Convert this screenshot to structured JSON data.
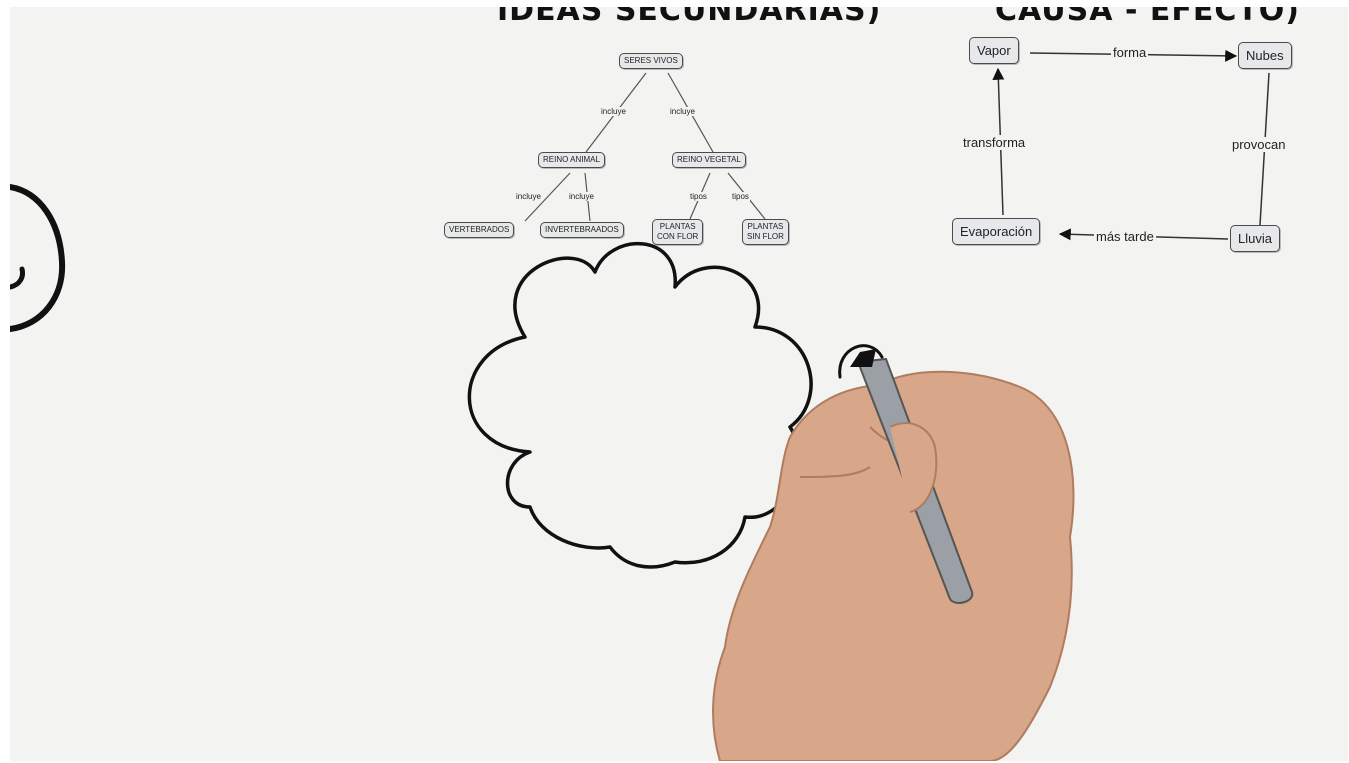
{
  "headings": {
    "secondary_ideas": "IDEAS SECUNDARIAS)",
    "cause_effect": "CAUSA - EFECTO)"
  },
  "tree": {
    "root": "SERES VIVOS",
    "animal": "REINO ANIMAL",
    "vegetal": "REINO VEGETAL",
    "vertebrados": "VERTEBRADOS",
    "invertebrados": "INVERTEBRAADOS",
    "plantas_con_flor": "PLANTAS\nCON FLOR",
    "plantas_sin_flor": "PLANTAS\nSIN FLOR",
    "edge_root_animal": "incluye",
    "edge_root_vegetal": "incluye",
    "edge_animal_vert": "incluye",
    "edge_animal_invert": "incluye",
    "edge_vegetal_con": "tipos",
    "edge_vegetal_sin": "tipos"
  },
  "cycle": {
    "vapor": "Vapor",
    "nubes": "Nubes",
    "lluvia": "Lluvia",
    "evaporacion": "Evaporación",
    "edge_vapor_nubes": "forma",
    "edge_nubes_lluvia": "provocan",
    "edge_lluvia_evap": "más tarde",
    "edge_evap_vapor": "transforma"
  },
  "colors": {
    "board": "#f3f3f1",
    "ink": "#111111",
    "node_fill": "#e6e8ea",
    "skin": "#d8a688",
    "marker": "#9aa0a6"
  }
}
